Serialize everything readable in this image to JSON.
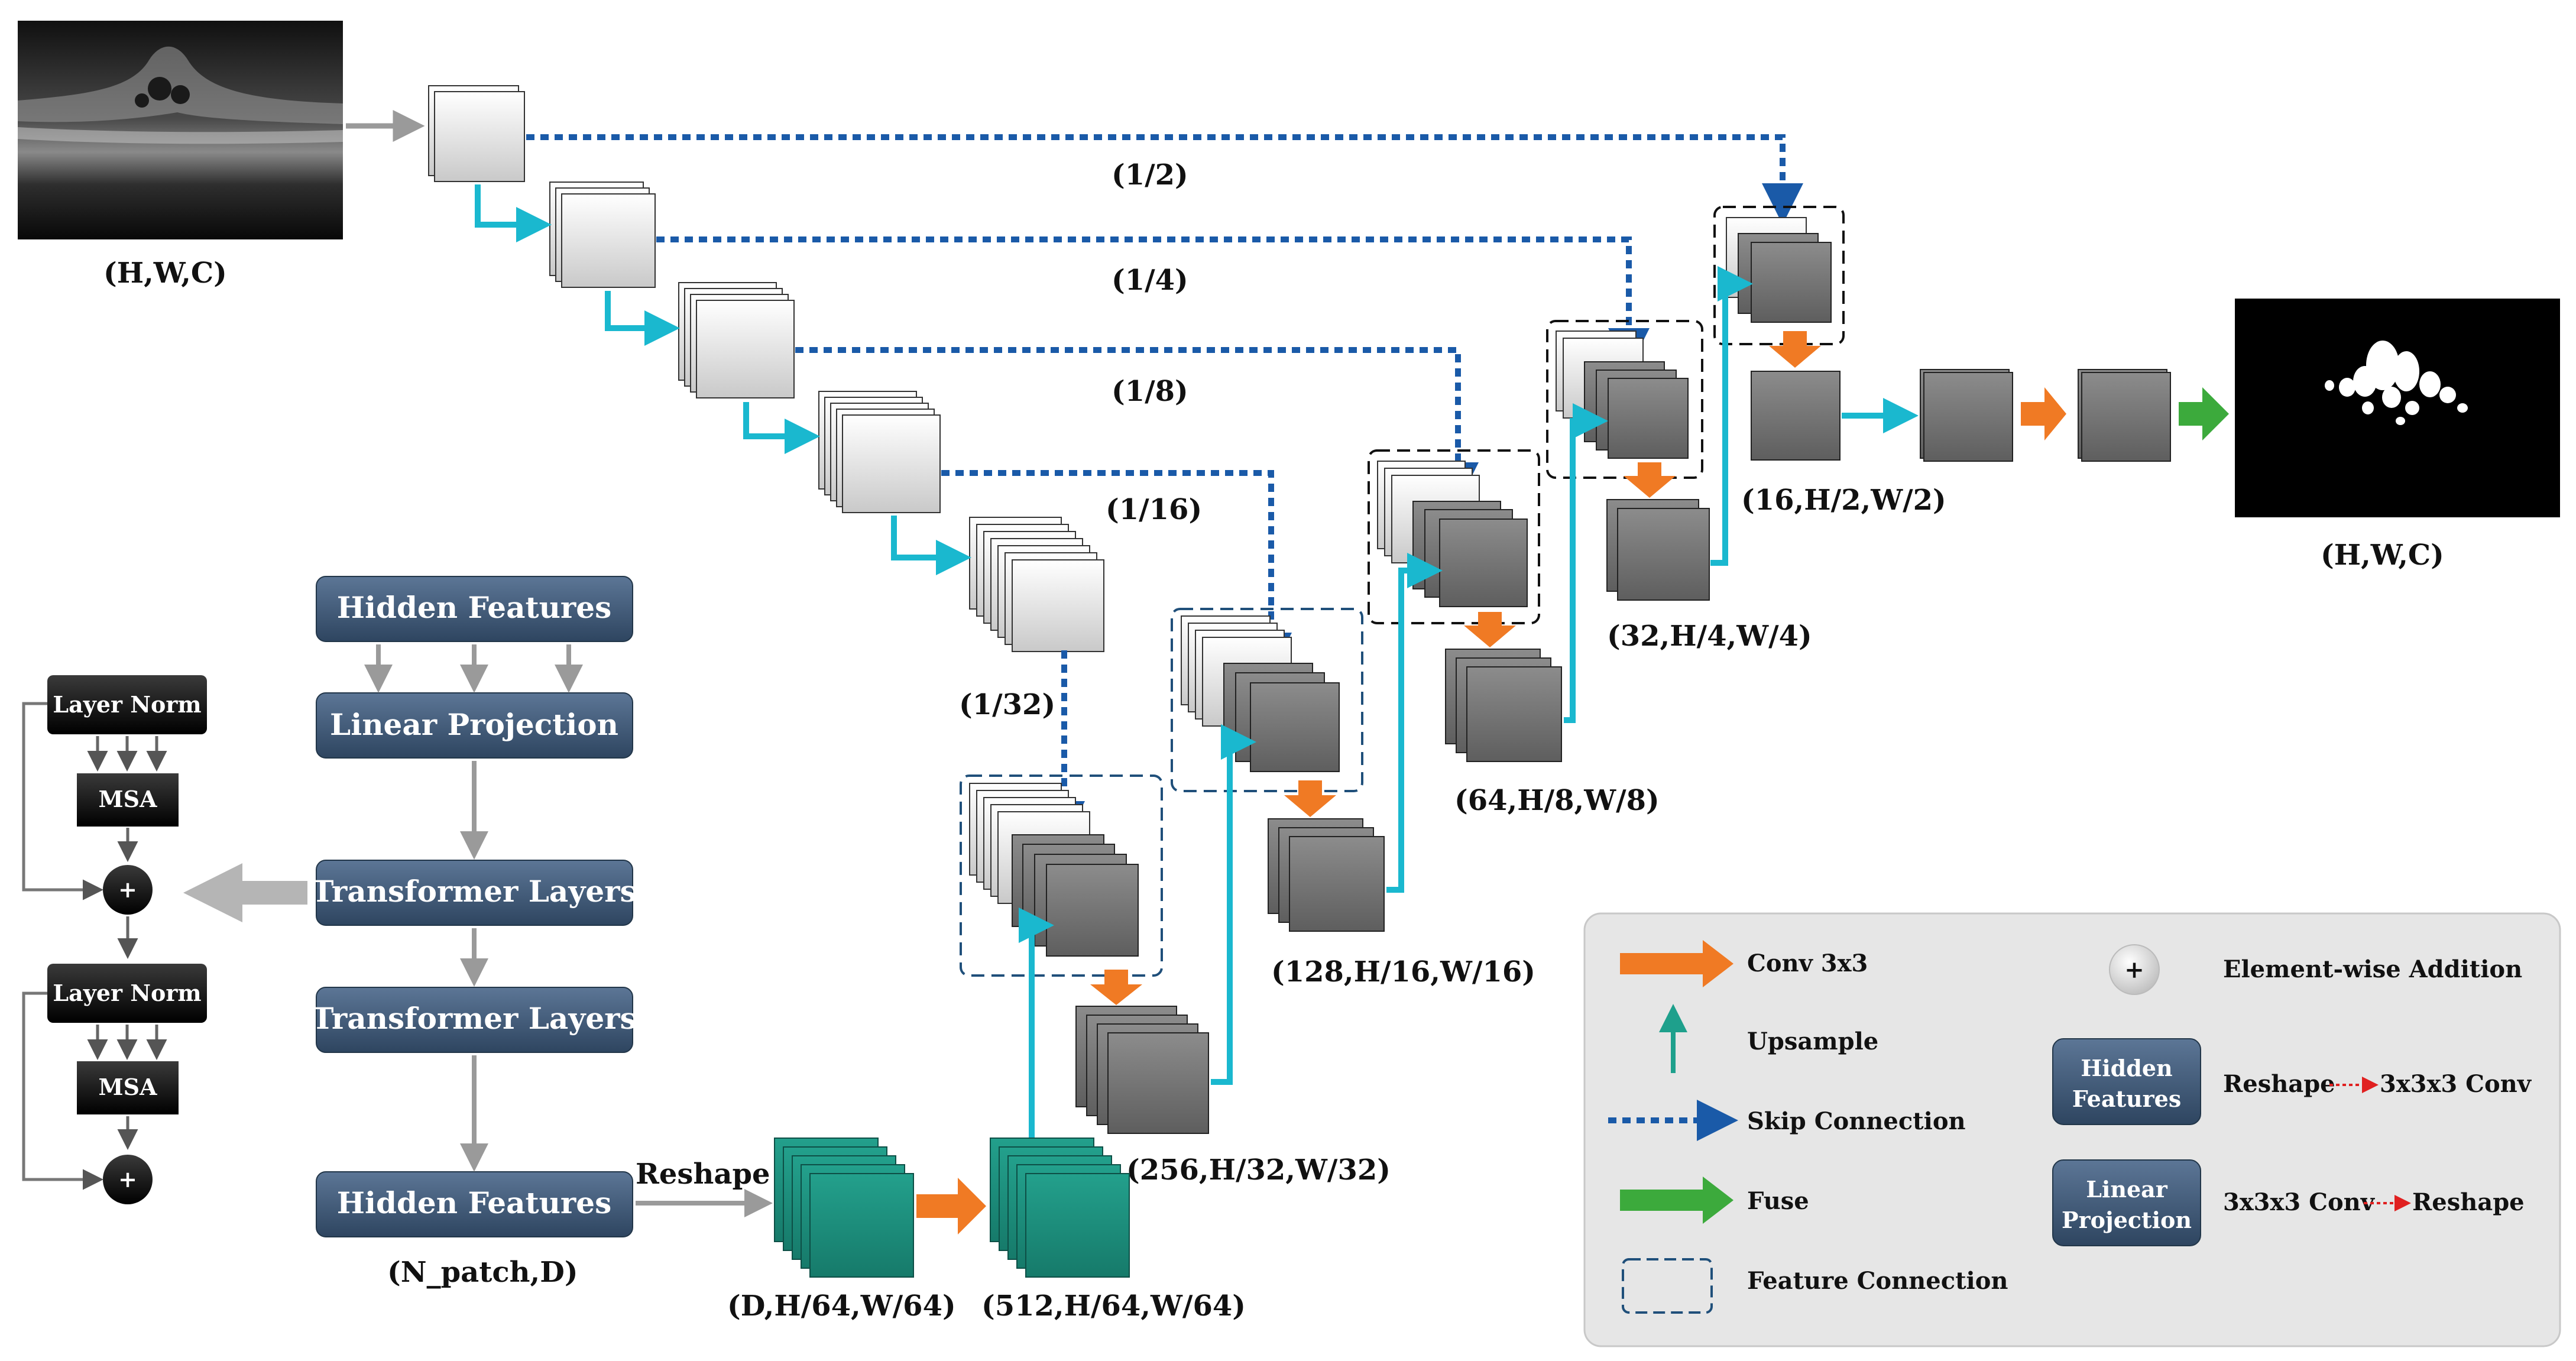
{
  "colors": {
    "skip": "#1a5aa8",
    "upsample": "#1ab8cf",
    "conv": "#f07a24",
    "fuse": "#3caa3c",
    "encoder_feature": "#1e8f7e",
    "gray_arrow": "#9a9a9a",
    "block_top": "#5c7696",
    "block_bottom": "#2e4560"
  },
  "labels": {
    "input_size": "(H,W,C)",
    "output_size": "(H,W,C)",
    "scale_1_2": "(1/2)",
    "scale_1_4": "(1/4)",
    "scale_1_8": "(1/8)",
    "scale_1_16": "(1/16)",
    "scale_1_32": "(1/32)",
    "dec_256": "(256,H/32,W/32)",
    "dec_128": "(128,H/16,W/16)",
    "dec_64": "(64,H/8,W/8)",
    "dec_32": "(32,H/4,W/4)",
    "dec_16": "(16,H/2,W/2)",
    "feat_d": "(D,H/64,W/64)",
    "feat_512": "(512,H/64,W/64)",
    "n_patch": "(N_patch,D)",
    "reshape": "Reshape"
  },
  "blocks": {
    "hidden_top": "Hidden Features",
    "linear": "Linear Projection",
    "transformer_1": "Transformer Layers",
    "transformer_2": "Transformer Layers",
    "hidden_bottom": "Hidden Features"
  },
  "detail": {
    "layer_norm_1": "Layer Norm",
    "msa_1": "MSA",
    "add_1": "+",
    "layer_norm_2": "Layer Norm",
    "msa_2": "MSA",
    "add_2": "+"
  },
  "legend": {
    "conv": "Conv 3x3",
    "upsample": "Upsample",
    "skip": "Skip Connection",
    "fuse": "Fuse",
    "feature_connection": "Feature Connection",
    "add_symbol": "+",
    "element_wise_addition": "Element-wise Addition",
    "hidden_line1": "Hidden",
    "hidden_line2": "Features",
    "hidden_desc_left": "Reshape",
    "hidden_desc_right": "3x3x3 Conv",
    "linear_line1": "Linear",
    "linear_line2": "Projection",
    "linear_desc_left": "3x3x3 Conv",
    "linear_desc_right": "Reshape"
  }
}
